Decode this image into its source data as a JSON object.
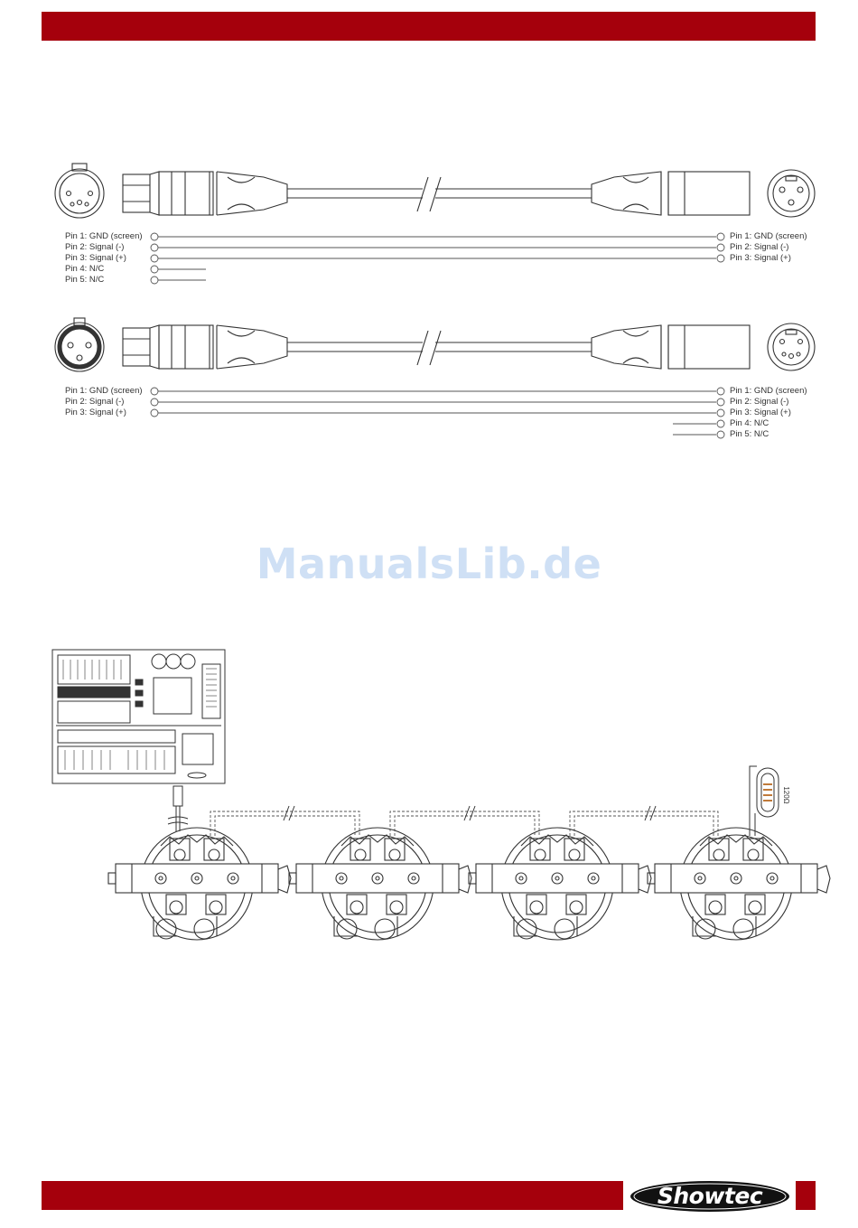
{
  "watermark": "ManualsLib.de",
  "logo": {
    "text": "Showtec"
  },
  "resistor": {
    "label": "120Ω"
  },
  "cable1": {
    "left_pins": [
      "Pin 1: GND (screen)",
      "Pin 2: Signal (-)",
      "Pin 3: Signal (+)",
      "Pin 4: N/C",
      "Pin 5: N/C"
    ],
    "right_pins": [
      "Pin 1: GND (screen)",
      "Pin 2: Signal (-)",
      "Pin 3: Signal (+)"
    ]
  },
  "cable2": {
    "left_pins": [
      "Pin 1: GND (screen)",
      "Pin 2: Signal (-)",
      "Pin 3: Signal (+)"
    ],
    "right_pins": [
      "Pin 1: GND (screen)",
      "Pin 2: Signal (-)",
      "Pin 3: Signal (+)",
      "Pin 4: N/C",
      "Pin 5: N/C"
    ]
  },
  "colors": {
    "brand_red": "#a5000c",
    "watermark": "#cfe0f5",
    "line": "#333333"
  }
}
